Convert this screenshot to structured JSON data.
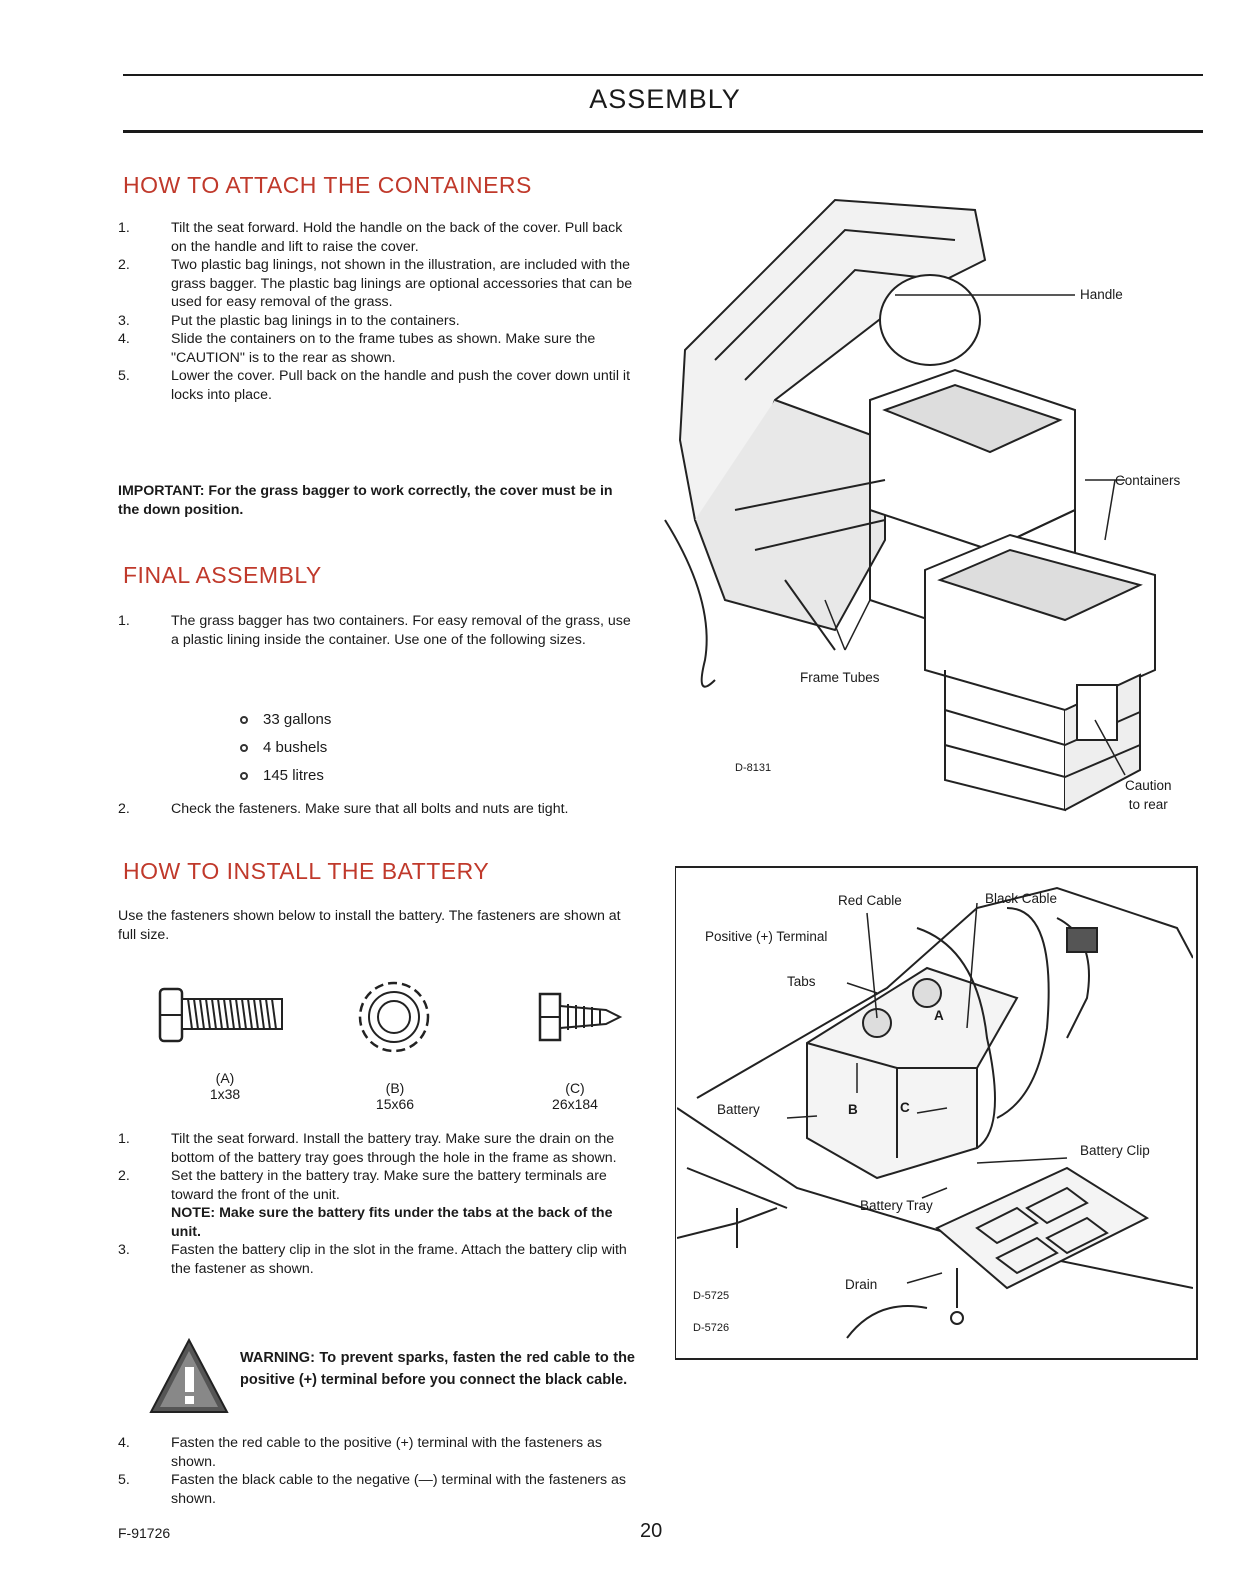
{
  "header": {
    "title": "ASSEMBLY"
  },
  "sections": {
    "containers": {
      "heading": "HOW TO ATTACH THE CONTAINERS",
      "steps": [
        {
          "num": "1.",
          "text": "Tilt the seat forward. Hold the handle on the back of the cover. Pull back on the handle and lift to raise the cover."
        },
        {
          "num": "2.",
          "text": "Two plastic bag linings, not shown in the illustration, are included with the grass bagger. The plastic bag linings are optional accessories that can be used for easy removal of the grass."
        },
        {
          "num": "3.",
          "text": "Put the plastic bag linings in to the containers."
        },
        {
          "num": "4.",
          "text": "Slide the containers on to the frame tubes as shown. Make sure the \"CAUTION\" is to the rear as shown."
        },
        {
          "num": "5.",
          "text": "Lower the cover. Pull back on the handle and push the cover down until it locks into place."
        }
      ],
      "important": "IMPORTANT: For the grass bagger to work correctly, the cover must be in the down position."
    },
    "final": {
      "heading": "FINAL ASSEMBLY",
      "step1": {
        "num": "1.",
        "text": "The grass bagger has two containers. For easy removal of the grass, use a plastic lining inside the container. Use one of the following sizes."
      },
      "sizes": [
        "33 gallons",
        "4 bushels",
        "145 litres"
      ],
      "step2": {
        "num": "2.",
        "text": "Check the fasteners. Make sure that all bolts and nuts are tight."
      }
    },
    "battery": {
      "heading": "HOW TO INSTALL THE BATTERY",
      "intro": "Use the fasteners shown below to install the battery. The fasteners are shown at full size.",
      "fasteners": [
        {
          "letter": "(A)",
          "size": "1x38"
        },
        {
          "letter": "(B)",
          "size": "15x66"
        },
        {
          "letter": "(C)",
          "size": "26x184"
        }
      ],
      "steps": [
        {
          "num": "1.",
          "text": "Tilt the seat forward. Install the battery tray. Make sure the drain on the bottom of the battery tray goes through the hole in the frame as shown."
        },
        {
          "num": "2.",
          "text": "Set the battery in the battery tray. Make sure the battery terminals are toward the front of the unit.",
          "note": "NOTE: Make sure the battery fits under the tabs at the back of the unit."
        },
        {
          "num": "3.",
          "text": "Fasten the battery clip in the slot in the frame. Attach the battery clip with the fastener as shown."
        }
      ],
      "warning": "WARNING: To prevent sparks, fasten the red cable to the positive (+) terminal before you connect the black cable.",
      "steps_after": [
        {
          "num": "4.",
          "text": "Fasten the red cable to the positive (+) terminal with the fasteners as shown."
        },
        {
          "num": "5.",
          "text": "Fasten the black cable to the negative (—) terminal with the fasteners as shown."
        }
      ]
    }
  },
  "figure1": {
    "labels": {
      "handle": "Handle",
      "containers": "Containers",
      "frame_tubes": "Frame Tubes",
      "caution": "Caution",
      "caution2": "to rear",
      "code": "D-8131"
    }
  },
  "figure2": {
    "labels": {
      "red_cable": "Red Cable",
      "black_cable": "Black Cable",
      "positive": "Positive (+) Terminal",
      "tabs": "Tabs",
      "a": "A",
      "b": "B",
      "c": "C",
      "battery": "Battery",
      "battery_clip": "Battery Clip",
      "battery_tray": "Battery Tray",
      "drain": "Drain",
      "code1": "D-5725",
      "code2": "D-5726"
    }
  },
  "footer": {
    "doc_number": "F-91726",
    "page_number": "20"
  }
}
